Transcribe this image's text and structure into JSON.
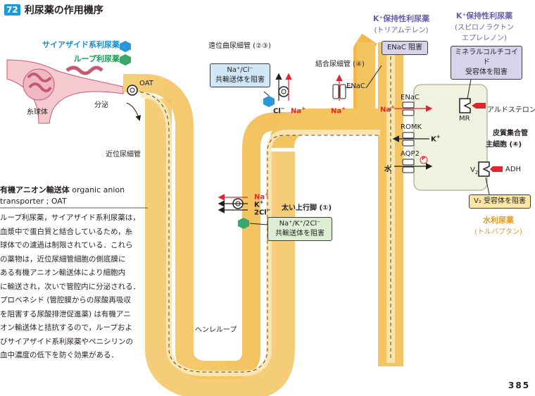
{
  "header": {
    "number": "72",
    "title": "利尿薬の作用機序"
  },
  "legend": {
    "thiazide": "サイアザイド系利尿薬",
    "loop": "ループ利尿薬"
  },
  "labels": {
    "glomerulus": "糸球体",
    "secretion": "分泌",
    "oat": "OAT",
    "proximal": "近位尿細管",
    "distal": "遠位曲尿細管 (②③)",
    "collecting": "結合尿細管 (④)",
    "enac": "ENaC",
    "thick_ascending": "太い上行脚 (①)",
    "henle": "ヘンレループ",
    "principal_cell": "皮質集合管",
    "principal_cell2": "主細胞 (④)",
    "enac2": "ENaC",
    "romk": "ROMK",
    "aqp2": "AQP2",
    "mr": "MR",
    "aldosterone": "アルドステロン",
    "v2": "V",
    "v2_sub": "2",
    "adh": "ADH",
    "p": "P",
    "water": "水",
    "cl": "Cl",
    "cl_sup": "−",
    "na": "Na",
    "na_sup": "+",
    "k": "K",
    "k_sup": "+",
    "two_cl": "2Cl",
    "two_cl_sup": "−"
  },
  "boxes": {
    "distal_line1": "Na⁺/Cl⁻",
    "distal_line2": "共輸送体を阻害",
    "loop_line1": "Na⁺/K⁺/2Cl⁻",
    "loop_line2": "共輸送体を阻害",
    "enac_block": "ENaC 阻害",
    "mr_line1": "ミネラルコルチコイド",
    "mr_line2": "受容体を阻害",
    "v2_block": "V₂ 受容体を阻害"
  },
  "drugs": {
    "k_sparing1_title": "K⁺保持性利尿薬",
    "k_sparing1_sub": "(トリアムテレン)",
    "k_sparing2_title": "K⁺保持性利尿薬",
    "k_sparing2_sub1": "(スピロノラクトン",
    "k_sparing2_sub2": "エプレレノン)",
    "aquaretic_title": "水利尿薬",
    "aquaretic_sub": "(トルバプタン)"
  },
  "text": {
    "oat_heading": "有機アニオン輸送体",
    "oat_heading_en": "organic anion",
    "oat_heading_en2": "transporter ; OAT",
    "body": [
      "ループ利尿薬，サイアザイド系利尿薬は，",
      "血漿中で蛋白質と結合しているため，糸",
      "球体での濾過は制限されている．これら",
      "の薬物は，近位尿細管細胞の側底膜に",
      "ある有機アニオン輸送体により細胞内",
      "に輸送され，次いで管腔内に分泌される．",
      "プロベネシド (管腔膜からの尿酸再吸収",
      "を阻害する尿酸排泄促進薬) は有機アニ",
      "オン輸送体と拮抗するので，ループおよ",
      "びサイアザイド系利尿薬やペニシリンの",
      "血中濃度の低下を防ぐ効果がある．"
    ]
  },
  "page_number": "385",
  "colors": {
    "accent_blue": "#1a9bd7",
    "tubule": "#f3c460",
    "tubule_inner": "#fbe8b4",
    "glomerulus": "#e6a0ae",
    "red": "#e0262c",
    "green_hex": "#3aa66a",
    "blue_hex": "#2b97d8",
    "purple": "#6a5fa8"
  }
}
